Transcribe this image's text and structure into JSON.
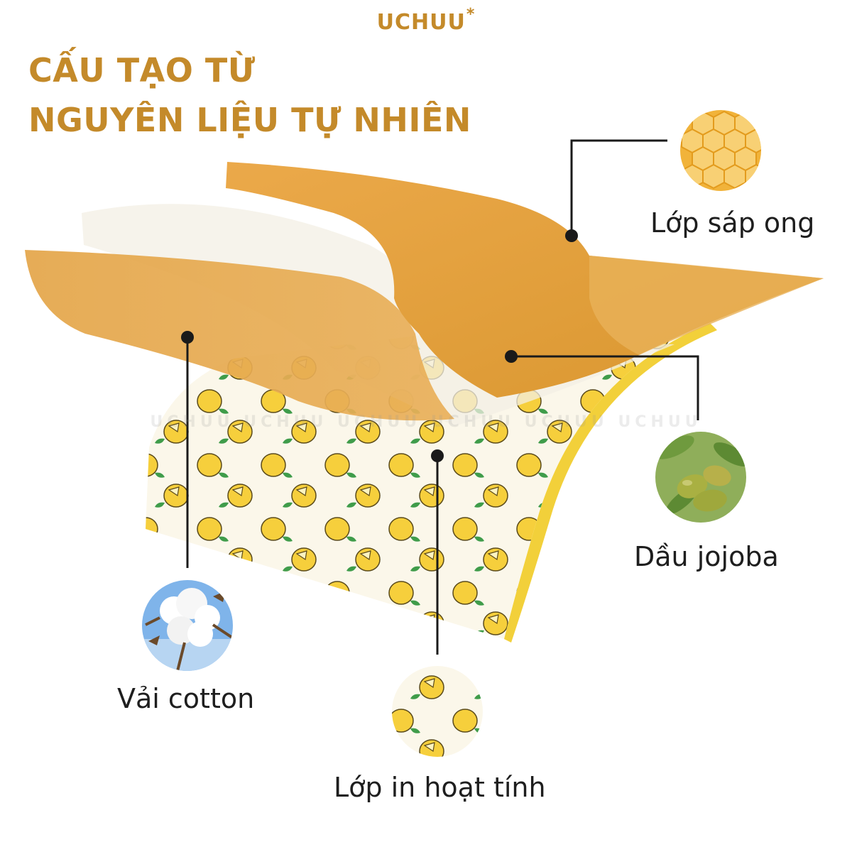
{
  "brand": {
    "name": "UCHUU",
    "mark": "*"
  },
  "heading": {
    "line1": "CẤU TẠO TỪ",
    "line2": "NGUYÊN LIỆU TỰ NHIÊN"
  },
  "watermark": "UCHUU  UCHUU  UCHUU  UCHUU  UCHUU  UCHUU",
  "layers": [
    {
      "label": "Lớp sáp ong",
      "icon": "honeycomb-icon",
      "color": "#e8a93b"
    },
    {
      "label": "Dầu jojoba",
      "icon": "jojoba-fruit-icon",
      "color": "#8aa04a"
    },
    {
      "label": "Vải cotton",
      "icon": "cotton-boll-icon",
      "color": "#6aa6e0"
    },
    {
      "label": "Lớp in hoạt tính",
      "icon": "lemon-pattern-icon",
      "color": "#f2cf3a"
    }
  ],
  "colors": {
    "accent": "#c48a2a",
    "wax": "#e3a23f",
    "lemon": "#f4cf3f",
    "leaf": "#3f9c4a"
  }
}
